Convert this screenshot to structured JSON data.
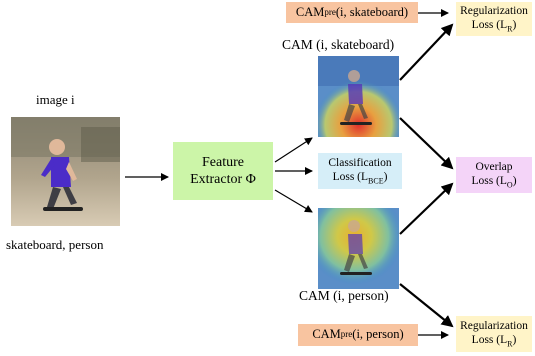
{
  "input": {
    "image_label": "image i",
    "caption": "skateboard, person"
  },
  "feature_extractor": {
    "line1": "Feature",
    "line2": "Extractor Φ"
  },
  "classification": {
    "line1": "Classification",
    "line2_main": "Loss (L",
    "line2_sub": "BCE",
    "line2_end": ")"
  },
  "overlap": {
    "line1": "Overlap",
    "line2_main": "Loss (L",
    "line2_sub": "O",
    "line2_end": ")"
  },
  "cam_top": {
    "label": "CAM (i, skateboard)",
    "pre_main": "CAM",
    "pre_sub": "pre",
    "pre_args": "(i, skateboard)"
  },
  "cam_bottom": {
    "label": "CAM (i, person)",
    "pre_main": "CAM",
    "pre_sub": "pre",
    "pre_args": "(i, person)"
  },
  "reg_top": {
    "line1": "Regularization",
    "line2_main": "Loss (L",
    "line2_sub": "R",
    "line2_end": ")"
  },
  "reg_bottom": {
    "line1": "Regularization",
    "line2_main": "Loss (L",
    "line2_sub": "R",
    "line2_end": ")"
  },
  "colors": {
    "feature_extractor": "#ccf5a8",
    "classification": "#d6eef8",
    "overlap": "#f4d4f8",
    "regularization": "#fff4c8",
    "cam_pre": "#f8c4a0"
  }
}
